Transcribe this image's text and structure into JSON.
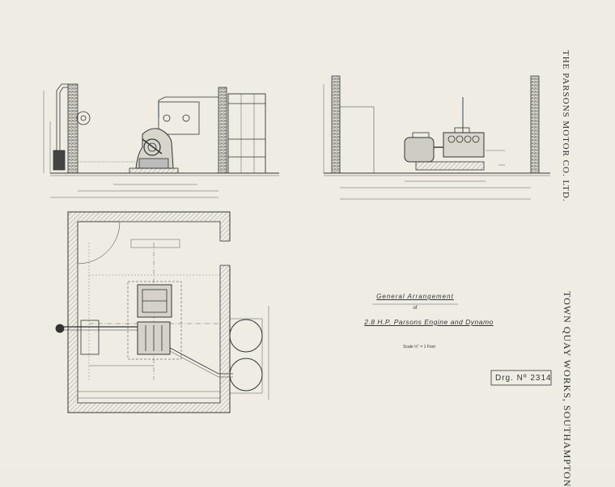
{
  "company_name": "THE PARSONS MOTOR CO. LTD.",
  "works_address": "TOWN QUAY WORKS, SOUTHAMPTON",
  "title": {
    "heading": "General Arrangement",
    "of": "of",
    "subject": "2.8 H.P. Parsons Engine and Dynamo",
    "scale": "Scale ½\" = 1 Foot"
  },
  "drawing_number": "Drg. Nº 2314",
  "colors": {
    "paper": "#efede3",
    "ink": "#3a3a3a",
    "brick": "#555555"
  }
}
